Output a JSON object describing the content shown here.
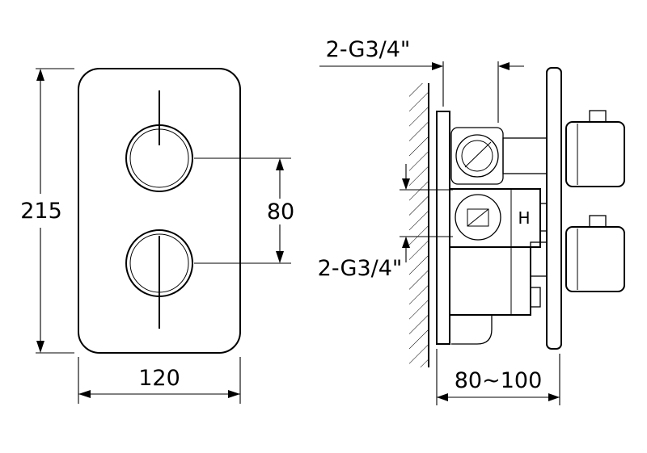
{
  "drawing": {
    "title": "thermostatic-shower-valve-dimension-drawing",
    "colors": {
      "line": "#000000",
      "background": "#ffffff"
    },
    "front_view": {
      "height_dim": "215",
      "width_dim": "120",
      "knob_spacing_dim": "80"
    },
    "side_view": {
      "top_connection_label": "2-G3/4\"",
      "mid_connection_label": "2-G3/4\"",
      "depth_dim": "80~100",
      "hot_mark": "H"
    }
  }
}
